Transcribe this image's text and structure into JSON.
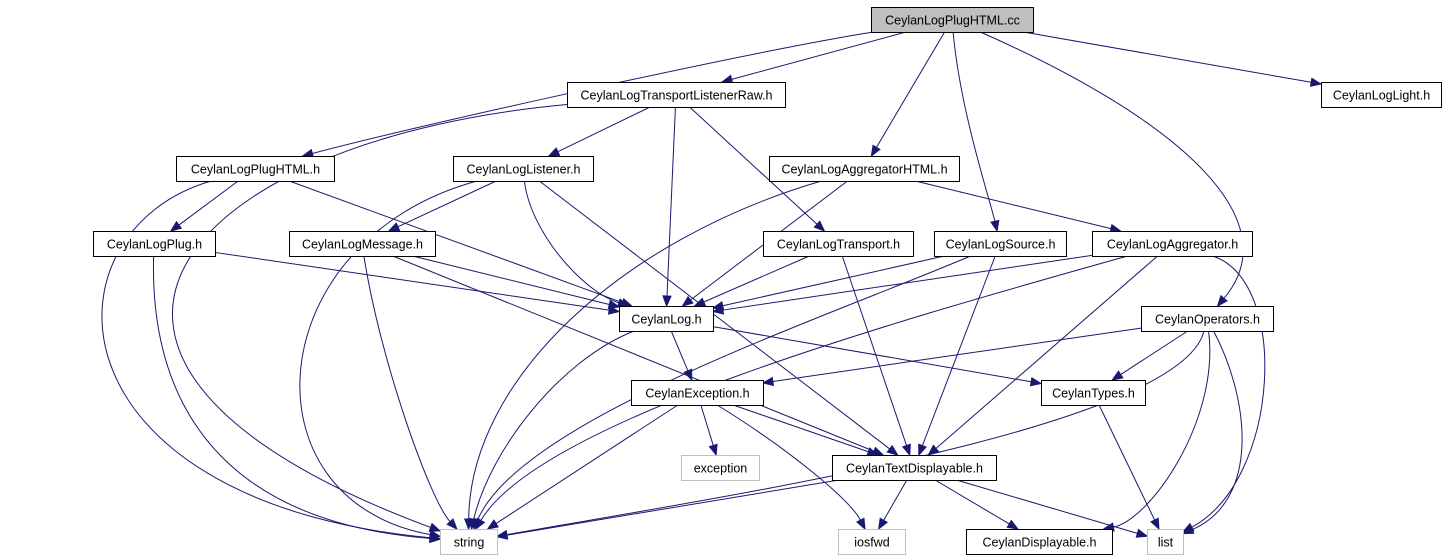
{
  "colors": {
    "edge": "#191970",
    "node_border": "#000000",
    "node_border_external": "#bfbfbf",
    "node_fill": "#ffffff",
    "root_fill": "#bfbfbf"
  },
  "nodes": [
    {
      "id": "plughtml_cc",
      "label": "CeylanLogPlugHTML.cc",
      "kind": "root"
    },
    {
      "id": "transport_listener_raw",
      "label": "CeylanLogTransportListenerRaw.h",
      "kind": "header"
    },
    {
      "id": "loglight",
      "label": "CeylanLogLight.h",
      "kind": "header"
    },
    {
      "id": "plughtml_h",
      "label": "CeylanLogPlugHTML.h",
      "kind": "header"
    },
    {
      "id": "listener",
      "label": "CeylanLogListener.h",
      "kind": "header"
    },
    {
      "id": "aggregator_html",
      "label": "CeylanLogAggregatorHTML.h",
      "kind": "header"
    },
    {
      "id": "plug",
      "label": "CeylanLogPlug.h",
      "kind": "header"
    },
    {
      "id": "message",
      "label": "CeylanLogMessage.h",
      "kind": "header"
    },
    {
      "id": "transport",
      "label": "CeylanLogTransport.h",
      "kind": "header"
    },
    {
      "id": "source",
      "label": "CeylanLogSource.h",
      "kind": "header"
    },
    {
      "id": "aggregator",
      "label": "CeylanLogAggregator.h",
      "kind": "header"
    },
    {
      "id": "log",
      "label": "CeylanLog.h",
      "kind": "header"
    },
    {
      "id": "operators",
      "label": "CeylanOperators.h",
      "kind": "header"
    },
    {
      "id": "exception_h",
      "label": "CeylanException.h",
      "kind": "header"
    },
    {
      "id": "types",
      "label": "CeylanTypes.h",
      "kind": "header"
    },
    {
      "id": "exception_std",
      "label": "exception",
      "kind": "external"
    },
    {
      "id": "textdisplayable",
      "label": "CeylanTextDisplayable.h",
      "kind": "header"
    },
    {
      "id": "string_std",
      "label": "string",
      "kind": "external"
    },
    {
      "id": "iosfwd_std",
      "label": "iosfwd",
      "kind": "external"
    },
    {
      "id": "displayable",
      "label": "CeylanDisplayable.h",
      "kind": "header"
    },
    {
      "id": "list_std",
      "label": "list",
      "kind": "external"
    }
  ],
  "edges": [
    [
      "plughtml_cc",
      "transport_listener_raw"
    ],
    [
      "plughtml_cc",
      "loglight"
    ],
    [
      "plughtml_cc",
      "plughtml_h"
    ],
    [
      "plughtml_cc",
      "aggregator_html"
    ],
    [
      "plughtml_cc",
      "source"
    ],
    [
      "plughtml_cc",
      "operators"
    ],
    [
      "transport_listener_raw",
      "string_std"
    ],
    [
      "transport_listener_raw",
      "listener"
    ],
    [
      "transport_listener_raw",
      "log"
    ],
    [
      "transport_listener_raw",
      "transport"
    ],
    [
      "plughtml_h",
      "plug"
    ],
    [
      "plughtml_h",
      "log"
    ],
    [
      "plughtml_h",
      "string_std"
    ],
    [
      "listener",
      "message"
    ],
    [
      "listener",
      "log"
    ],
    [
      "listener",
      "textdisplayable"
    ],
    [
      "listener",
      "string_std"
    ],
    [
      "aggregator_html",
      "aggregator"
    ],
    [
      "aggregator_html",
      "log"
    ],
    [
      "aggregator_html",
      "string_std"
    ],
    [
      "plug",
      "log"
    ],
    [
      "plug",
      "string_std"
    ],
    [
      "message",
      "log"
    ],
    [
      "message",
      "textdisplayable"
    ],
    [
      "message",
      "string_std"
    ],
    [
      "transport",
      "log"
    ],
    [
      "transport",
      "textdisplayable"
    ],
    [
      "source",
      "log"
    ],
    [
      "source",
      "textdisplayable"
    ],
    [
      "source",
      "string_std"
    ],
    [
      "aggregator",
      "log"
    ],
    [
      "aggregator",
      "textdisplayable"
    ],
    [
      "aggregator",
      "string_std"
    ],
    [
      "aggregator",
      "list_std"
    ],
    [
      "log",
      "exception_h"
    ],
    [
      "log",
      "types"
    ],
    [
      "log",
      "string_std"
    ],
    [
      "operators",
      "exception_h"
    ],
    [
      "operators",
      "types"
    ],
    [
      "operators",
      "string_std"
    ],
    [
      "operators",
      "displayable"
    ],
    [
      "operators",
      "list_std"
    ],
    [
      "exception_h",
      "exception_std"
    ],
    [
      "exception_h",
      "textdisplayable"
    ],
    [
      "exception_h",
      "iosfwd_std"
    ],
    [
      "exception_h",
      "string_std"
    ],
    [
      "types",
      "list_std"
    ],
    [
      "textdisplayable",
      "displayable"
    ],
    [
      "textdisplayable",
      "string_std"
    ],
    [
      "textdisplayable",
      "iosfwd_std"
    ],
    [
      "textdisplayable",
      "list_std"
    ]
  ]
}
